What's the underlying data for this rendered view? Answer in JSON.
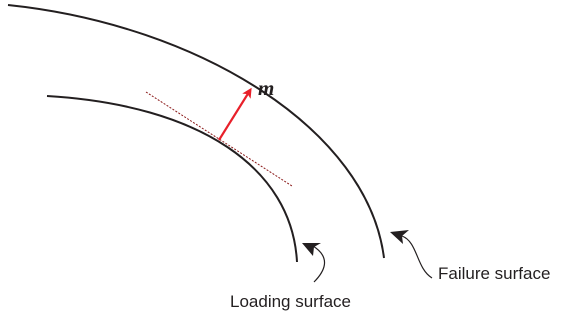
{
  "labels": {
    "vector": "m",
    "loading_surface": "Loading surface",
    "failure_surface": "Failure surface"
  },
  "colors": {
    "curve": "#231f20",
    "tangent": "#8b1a1a",
    "normal_vector": "#e8202a",
    "text": "#231f20"
  }
}
